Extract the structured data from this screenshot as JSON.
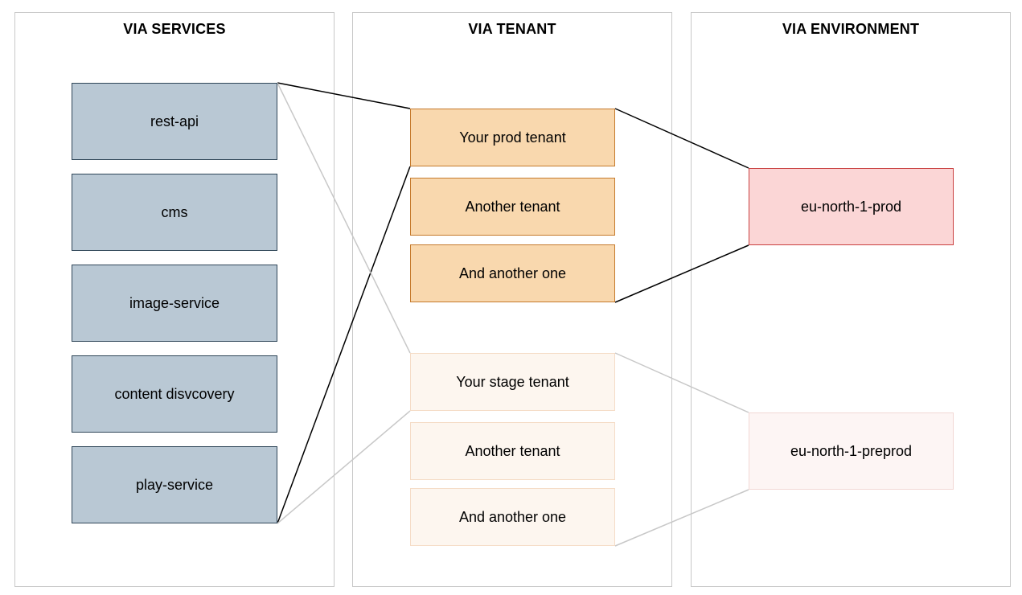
{
  "columns": {
    "services": {
      "title": "VIA SERVICES"
    },
    "tenant": {
      "title": "VIA TENANT"
    },
    "environment": {
      "title": "VIA ENVIRONMENT"
    }
  },
  "services": [
    "rest-api",
    "cms",
    "image-service",
    "content disvcovery",
    "play-service"
  ],
  "tenants_prod": [
    "Your prod tenant",
    "Another tenant",
    "And another one"
  ],
  "tenants_stage": [
    "Your stage tenant",
    "Another tenant",
    "And another one"
  ],
  "environments": {
    "prod": "eu-north-1-prod",
    "preprod": "eu-north-1-preprod"
  },
  "colors": {
    "service_fill": "#b9c8d4",
    "service_border": "#2f4658",
    "prod_tenant_fill": "#f9d8ae",
    "prod_tenant_border": "#c57a2c",
    "stage_tenant_fill": "#fdf6ef",
    "stage_tenant_border": "#f5dcc6",
    "prod_env_fill": "#fbd6d6",
    "prod_env_border": "#c9403f",
    "preprod_env_fill": "#fdf5f4",
    "preprod_env_border": "#f2d8d5",
    "prod_connector": "#000000",
    "stage_connector": "#c8c8c8"
  }
}
